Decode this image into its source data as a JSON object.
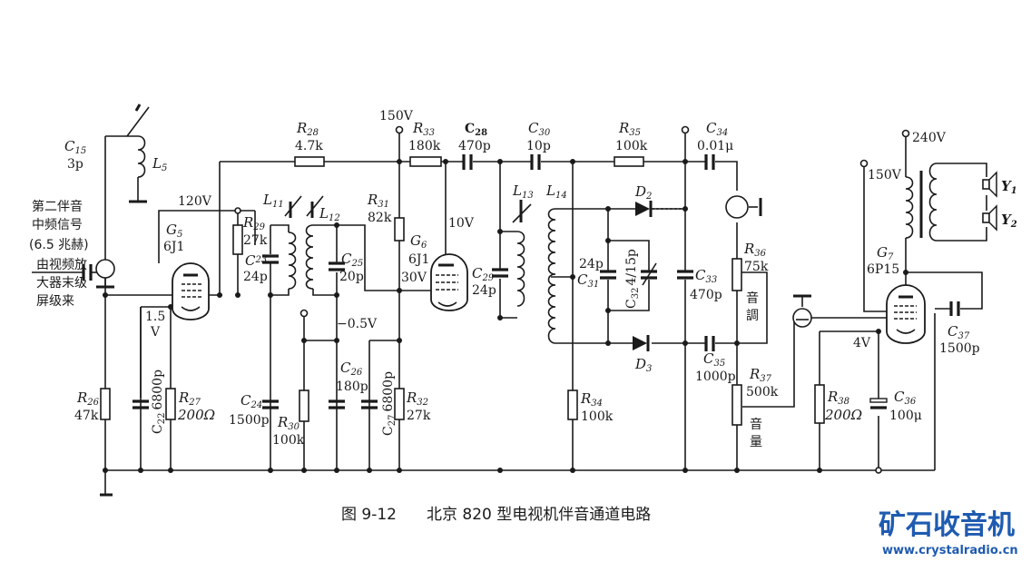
{
  "caption": {
    "figure": "图 9-12",
    "title": "北京 820 型电视机伴音通道电路"
  },
  "watermark": {
    "name": "矿石收音机",
    "url": "www.crystalradio.cn",
    "color": "#1f5bb0"
  },
  "input_note": [
    "第二伴音",
    "中频信号",
    "(6.5 兆赫)",
    "由视频放",
    "大器末级",
    "屏级来"
  ],
  "voltages": {
    "v120": "120V",
    "v150a": "150V",
    "v1_5": "1.5",
    "v1_5u": "V",
    "vneg05": "−0.5V",
    "v10": "10V",
    "v30": "30V",
    "v240": "240V",
    "v150b": "150V",
    "v4": "4V"
  },
  "tubes": [
    {
      "ref": "G",
      "sub": "5",
      "type": "6J1"
    },
    {
      "ref": "G",
      "sub": "6",
      "type": "6J1"
    },
    {
      "ref": "G",
      "sub": "7",
      "type": "6P15"
    }
  ],
  "components": {
    "C15": {
      "ref": "C",
      "sub": "15",
      "value": "3p"
    },
    "L5": {
      "ref": "L",
      "sub": "5"
    },
    "R26": {
      "ref": "R",
      "sub": "26",
      "value": "47k"
    },
    "C22": {
      "ref": "C",
      "sub": "22",
      "value": "6800p"
    },
    "R27": {
      "ref": "R",
      "sub": "27",
      "value": "200Ω"
    },
    "R28": {
      "ref": "R",
      "sub": "28",
      "value": "4.7k"
    },
    "R29": {
      "ref": "R",
      "sub": "29",
      "value": "27k"
    },
    "C23": {
      "ref": "C",
      "sub": "23",
      "value": "24p"
    },
    "L11": {
      "ref": "L",
      "sub": "11"
    },
    "L12": {
      "ref": "L",
      "sub": "12"
    },
    "C25": {
      "ref": "C",
      "sub": "25",
      "value": "20p"
    },
    "C24": {
      "ref": "C",
      "sub": "24",
      "value": "1500p"
    },
    "R30": {
      "ref": "R",
      "sub": "30",
      "value": "100k"
    },
    "C26": {
      "ref": "C",
      "sub": "26",
      "value": "180p"
    },
    "C27": {
      "ref": "C",
      "sub": "27",
      "value": "6800p"
    },
    "R31": {
      "ref": "R",
      "sub": "31",
      "value": "82k"
    },
    "R32": {
      "ref": "R",
      "sub": "32",
      "value": "27k"
    },
    "R33": {
      "ref": "R",
      "sub": "33",
      "value": "180k"
    },
    "C28": {
      "ref": "C",
      "sub": "28",
      "value": "470p"
    },
    "C29": {
      "ref": "C",
      "sub": "29",
      "value": "24p"
    },
    "C30": {
      "ref": "C",
      "sub": "30",
      "value": "10p"
    },
    "L13": {
      "ref": "L",
      "sub": "13"
    },
    "L14": {
      "ref": "L",
      "sub": "14"
    },
    "C31": {
      "ref": "C",
      "sub": "31",
      "value": "24p"
    },
    "C32": {
      "ref": "C",
      "sub": "32",
      "value": "4/15p"
    },
    "R34": {
      "ref": "R",
      "sub": "34",
      "value": "100k"
    },
    "R35": {
      "ref": "R",
      "sub": "35",
      "value": "100k"
    },
    "D2": {
      "ref": "D",
      "sub": "2"
    },
    "D3": {
      "ref": "D",
      "sub": "3"
    },
    "C33": {
      "ref": "C",
      "sub": "33",
      "value": "470p"
    },
    "C34": {
      "ref": "C",
      "sub": "34",
      "value": "0.01μ"
    },
    "C35": {
      "ref": "C",
      "sub": "35",
      "value": "1000p"
    },
    "R36": {
      "ref": "R",
      "sub": "36",
      "value": "75k",
      "note": [
        "音",
        "調"
      ]
    },
    "R37": {
      "ref": "R",
      "sub": "37",
      "value": "500k",
      "note": [
        "音",
        "量"
      ]
    },
    "R38": {
      "ref": "R",
      "sub": "38",
      "value": "200Ω"
    },
    "C36": {
      "ref": "C",
      "sub": "36",
      "value": "100μ"
    },
    "C37": {
      "ref": "C",
      "sub": "37",
      "value": "1500p"
    },
    "Y1": {
      "ref": "Y",
      "sub": "1"
    },
    "Y2": {
      "ref": "Y",
      "sub": "2"
    }
  }
}
